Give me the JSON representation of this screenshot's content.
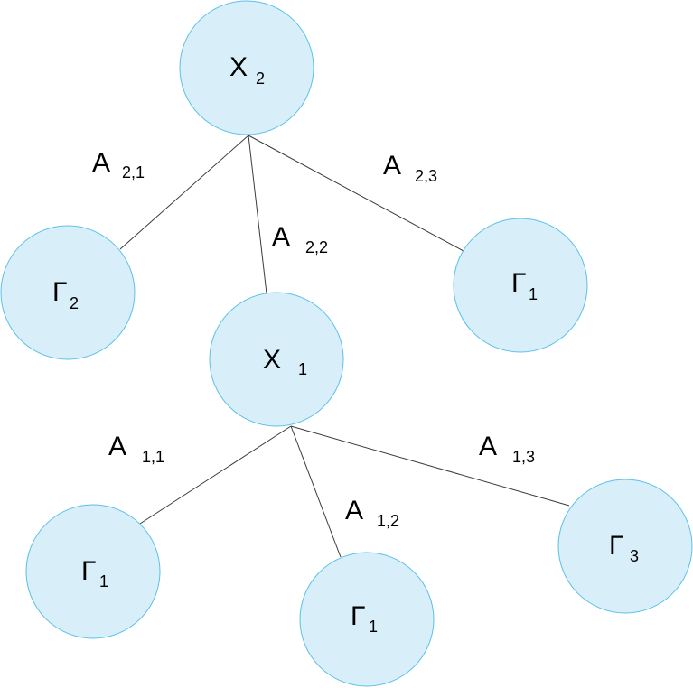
{
  "nodes": [
    {
      "id": "x2",
      "main": "X",
      "sub": "2"
    },
    {
      "id": "g2",
      "main": "Γ",
      "sub": "2"
    },
    {
      "id": "g1top",
      "main": "Γ",
      "sub": "1"
    },
    {
      "id": "x1",
      "main": "X",
      "sub": "1"
    },
    {
      "id": "g1left",
      "main": "Γ",
      "sub": "1"
    },
    {
      "id": "g1mid",
      "main": "Γ",
      "sub": "1"
    },
    {
      "id": "g3",
      "main": "Γ",
      "sub": "3"
    }
  ],
  "edges": [
    {
      "id": "a21",
      "from": "x2",
      "to": "g2",
      "main": "A",
      "sub": "2,1"
    },
    {
      "id": "a22",
      "from": "x2",
      "to": "x1",
      "main": "A",
      "sub": "2,2"
    },
    {
      "id": "a23",
      "from": "x2",
      "to": "g1top",
      "main": "A",
      "sub": "2,3"
    },
    {
      "id": "a11",
      "from": "x1",
      "to": "g1left",
      "main": "A",
      "sub": "1,1"
    },
    {
      "id": "a12",
      "from": "x1",
      "to": "g1mid",
      "main": "A",
      "sub": "1,2"
    },
    {
      "id": "a13",
      "from": "x1",
      "to": "g3",
      "main": "A",
      "sub": "1,3"
    }
  ],
  "colors": {
    "node_fill": "#d8eef8",
    "node_stroke": "#5bc0e8",
    "edge": "#3a3a3a"
  }
}
